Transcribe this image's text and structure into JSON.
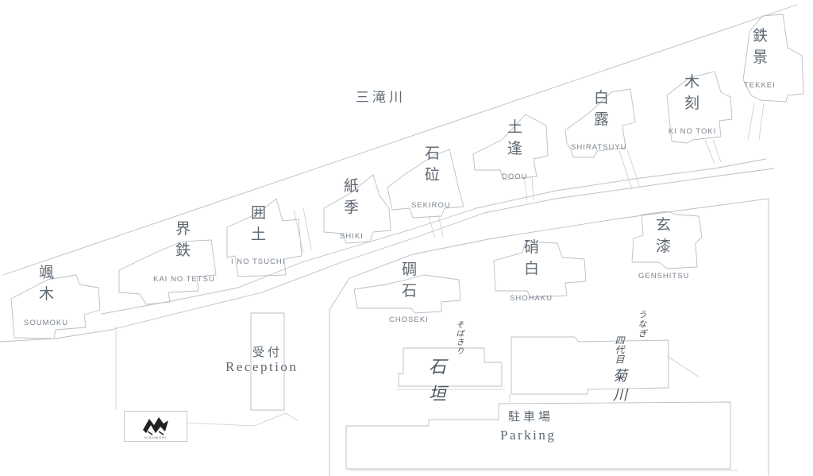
{
  "river": {
    "label": "三滝川"
  },
  "rooms": [
    {
      "id": "soumoku",
      "kanji": [
        "颯",
        "木"
      ],
      "romaji": "SOUMOKU"
    },
    {
      "id": "kainotetsu",
      "kanji": [
        "界",
        "鉄"
      ],
      "romaji": "KAI NO TETSU"
    },
    {
      "id": "inotsuchi",
      "kanji": [
        "囲",
        "土"
      ],
      "romaji": "I NO TSUCHI"
    },
    {
      "id": "shiki",
      "kanji": [
        "紙",
        "季"
      ],
      "romaji": "SHIKI"
    },
    {
      "id": "sekirou",
      "kanji": [
        "石",
        "砬"
      ],
      "romaji": "SEKIROU"
    },
    {
      "id": "doou",
      "kanji": [
        "土",
        "逢"
      ],
      "romaji": "DOOU"
    },
    {
      "id": "shiratsuyu",
      "kanji": [
        "白",
        "露"
      ],
      "romaji": "SHIRATSUYU"
    },
    {
      "id": "kinotoki",
      "kanji": [
        "木",
        "刻"
      ],
      "romaji": "KI NO TOKI"
    },
    {
      "id": "tekkei",
      "kanji": [
        "鉄",
        "景"
      ],
      "romaji": "TEKKEI"
    },
    {
      "id": "choseki",
      "kanji": [
        "碉",
        "石"
      ],
      "romaji": "CHOSEKI"
    },
    {
      "id": "shohaku",
      "kanji": [
        "硝",
        "白"
      ],
      "romaji": "SHOHAKU"
    },
    {
      "id": "genshitsu",
      "kanji": [
        "玄",
        "漆"
      ],
      "romaji": "GENSHITSU"
    }
  ],
  "reception": {
    "jp": "受付",
    "en": "Reception"
  },
  "parking": {
    "jp": "駐車場",
    "en": "Parking"
  },
  "restaurants": {
    "ishigaki": {
      "small": "そばきり",
      "main": [
        "石",
        "垣"
      ]
    },
    "kikugawa": {
      "small": "うなぎ",
      "main": [
        "四代目",
        "菊",
        "川"
      ]
    }
  },
  "logo": {
    "name": "HIKOMORI"
  }
}
